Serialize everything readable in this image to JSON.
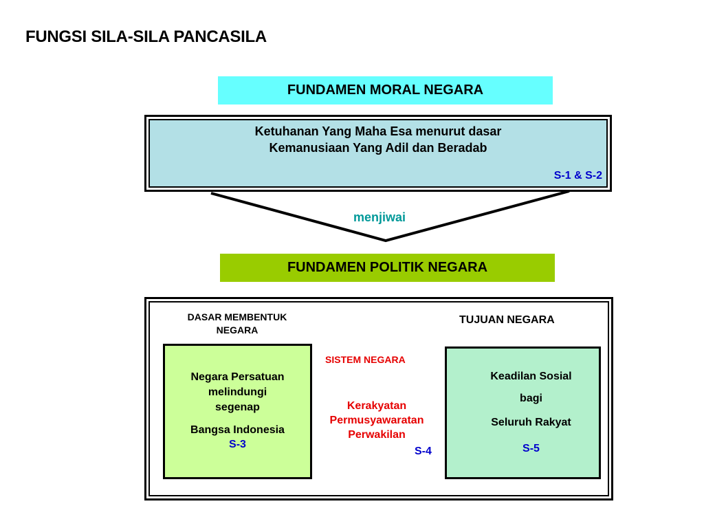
{
  "title": "FUNGSI SILA-SILA PANCASILA",
  "moral": {
    "header": "FUNDAMEN MORAL NEGARA",
    "line1": "Ketuhanan Yang Maha Esa menurut dasar",
    "line2": "Kemanusiaan Yang Adil dan Beradab",
    "code": "S-1 & S-2"
  },
  "connector_label": "menjiwai",
  "politik": {
    "header": "FUNDAMEN POLITIK NEGARA",
    "dasar_label": [
      "DASAR MEMBENTUK",
      "NEGARA"
    ],
    "tujuan_label": "TUJUAN NEGARA",
    "left_box": {
      "lines": [
        "Negara Persatuan",
        "melindungi",
        "segenap",
        "Bangsa Indonesia"
      ],
      "code": "S-3"
    },
    "right_box": {
      "lines": [
        "Keadilan Sosial",
        "bagi",
        "Seluruh Rakyat"
      ],
      "code": "S-5"
    },
    "sistem_label": "SISTEM NEGARA",
    "kerakyatan": [
      "Kerakyatan",
      "Permusyawaratan",
      "Perwakilan"
    ],
    "s4_code": "S-4"
  },
  "colors": {
    "moral_header_bg": "#66ffff",
    "moral_box_bg": "#b3e0e6",
    "politik_header_bg": "#99cc00",
    "left_box_bg": "#ccff99",
    "right_box_bg": "#b3f0cc",
    "code_blue": "#0000cc",
    "red_text": "#e60000",
    "teal_text": "#009999"
  }
}
